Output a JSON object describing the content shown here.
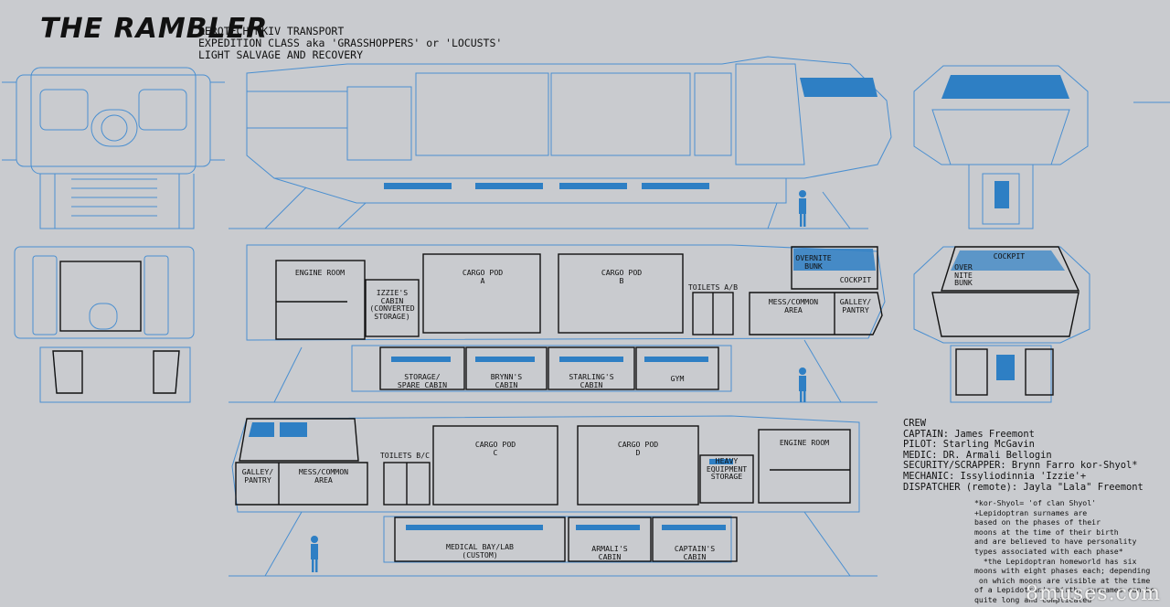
{
  "header": {
    "title": "THE RAMBLER",
    "line1": "AEROTECH MKIV TRANSPORT",
    "line2": "EXPEDITION CLASS aka 'GRASSHOPPERS' or 'LOCUSTS'",
    "line3": "LIGHT SALVAGE AND RECOVERY"
  },
  "deck_upper": {
    "engine_room": "ENGINE ROOM",
    "izzie_cabin": [
      "IZZIE'S",
      "CABIN",
      "(CONVERTED",
      "STORAGE)"
    ],
    "cargo_pod_a": [
      "CARGO POD",
      "A"
    ],
    "cargo_pod_b": [
      "CARGO POD",
      "B"
    ],
    "toilets": "TOILETS A/B",
    "overnite_bunk": [
      "OVERNITE",
      "BUNK"
    ],
    "cockpit": "COCKPIT",
    "mess": [
      "MESS/COMMON",
      "AREA"
    ],
    "galley": [
      "GALLEY/",
      "PANTRY"
    ],
    "storage": [
      "STORAGE/",
      "SPARE CABIN"
    ],
    "brynn_cabin": [
      "BRYNN'S",
      "CABIN"
    ],
    "starling_cabin": [
      "STARLING'S",
      "CABIN"
    ],
    "gym": "GYM"
  },
  "deck_lower": {
    "galley": [
      "GALLEY/",
      "PANTRY"
    ],
    "mess": [
      "MESS/COMMON",
      "AREA"
    ],
    "toilets": "TOILETS B/C",
    "cargo_pod_c": [
      "CARGO POD",
      "C"
    ],
    "cargo_pod_d": [
      "CARGO POD",
      "D"
    ],
    "heavy_storage": [
      "HEAVY",
      "EQUIPMENT",
      "STORAGE"
    ],
    "engine_room": "ENGINE ROOM",
    "medical": [
      "MEDICAL BAY/LAB",
      "(CUSTOM)"
    ],
    "armali_cabin": [
      "ARMALI'S",
      "CABIN"
    ],
    "captain_cabin": [
      "CAPTAIN'S",
      "CABIN"
    ]
  },
  "front_plan": {
    "cockpit": "COCKPIT",
    "bunk": [
      "OVER",
      "NITE",
      "BUNK"
    ]
  },
  "crew": {
    "heading": "CREW",
    "lines": [
      "CAPTAIN: James Freemont",
      "PILOT: Starling McGavin",
      "MEDIC: DR. Armali Bellogin",
      "SECURITY/SCRAPPER: Brynn Farro kor-Shyol*",
      "MECHANIC: Issyliodinnia 'Izzie'+",
      "DISPATCHER (remote): Jayla \"Lala\" Freemont"
    ]
  },
  "notes": [
    "*kor-Shyol= 'of clan Shyol'",
    "+Lepidoptran surnames are",
    "based on the phases of their",
    "moons at the time of their birth",
    "and are believed to have personality",
    "types associated with each phase*",
    "  *the Lepidoptran homeworld has six",
    "moons with eight phases each; depending",
    " on which moons are visible at the time",
    "of a Lepidotran's birth, surnames can be",
    "quite long and complicated"
  ],
  "watermark": "8muses.com",
  "colors": {
    "background": "#c9cbcf",
    "blueprint_line": "#4a8fd0",
    "accent_fill": "#2e7fc4",
    "ink": "#111111"
  }
}
